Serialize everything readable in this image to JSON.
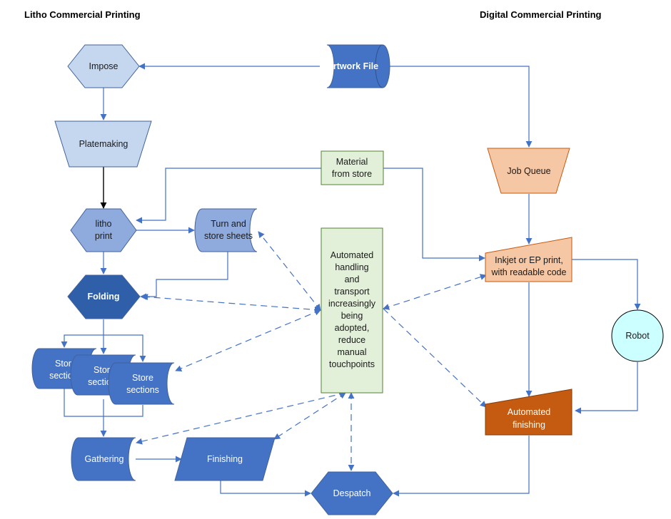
{
  "headers": {
    "litho": "Litho Commercial Printing",
    "digital": "Digital Commercial Printing"
  },
  "nodes": {
    "impose": "Impose",
    "artwork_file": "Artwork File",
    "platemaking": "Platemaking",
    "material_from_store": [
      "Material",
      "from store"
    ],
    "job_queue": "Job Queue",
    "litho_print": [
      "litho",
      "print"
    ],
    "turn_and_store_sheets": [
      "Turn and",
      "store sheets"
    ],
    "automated_handling": [
      "Automated",
      "handling",
      "and",
      "transport",
      "increasingly",
      "being",
      "adopted,",
      "reduce",
      "manual",
      "touchpoints"
    ],
    "inkjet_ep_print": [
      "Inkjet or EP print,",
      "with readable code"
    ],
    "folding": "Folding",
    "robot": "Robot",
    "store_sections_1": [
      "Store",
      "sections"
    ],
    "store_sections_2": [
      "Store",
      "sections"
    ],
    "store_sections_3": [
      "Store",
      "sections"
    ],
    "automated_finishing": [
      "Automated",
      "finishing"
    ],
    "gathering": "Gathering",
    "finishing": "Finishing",
    "despatch": "Despatch"
  },
  "colors": {
    "light_blue": "#c5d6ef",
    "mid_blue": "#8faadc",
    "blue": "#4472c4",
    "dark_blue": "#2e5fa8",
    "green": "#e2efd9",
    "light_orange": "#f6c7a5",
    "orange": "#c55a11",
    "cyan": "#ccffff",
    "connector": "#4472c4"
  }
}
